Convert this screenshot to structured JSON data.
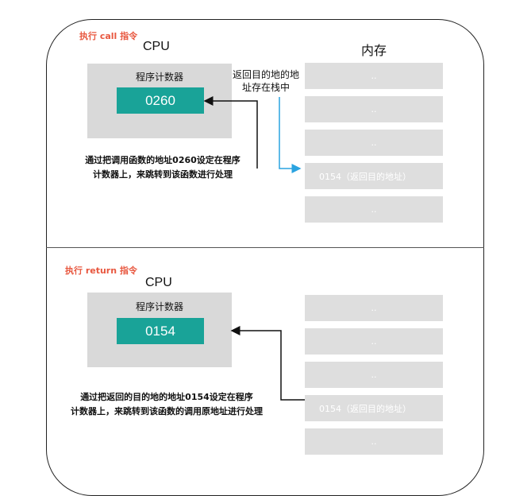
{
  "call_section": {
    "command_label": "执行 call 指令",
    "cpu_title": "CPU",
    "memory_title": "内存",
    "pc_label": "程序计数器",
    "pc_value": "0260",
    "stack_annotation_line1": "返回目的地的地",
    "stack_annotation_line2": "址存在栈中",
    "note_line1": "通过把调用函数的地址0260设定在程序",
    "note_line2": "计数器上，来跳转到该函数进行处理",
    "memory_cells": [
      "..",
      "..",
      "..",
      "0154（返回目的地址）",
      ".."
    ]
  },
  "return_section": {
    "command_label": "执行 return 指令",
    "cpu_title": "CPU",
    "pc_label": "程序计数器",
    "pc_value": "0154",
    "note_line1": "通过把返回的目的地的地址0154设定在程序",
    "note_line2": "计数器上，来跳转到该函数的调用原地址进行处理",
    "memory_cells": [
      "..",
      "..",
      "..",
      "0154（返回目的地址）",
      ".."
    ]
  },
  "colors": {
    "command": "#e8573f",
    "register_fill": "#19a398",
    "box_fill": "#d9d9d9",
    "stack_arrow": "#2aa3e0"
  }
}
